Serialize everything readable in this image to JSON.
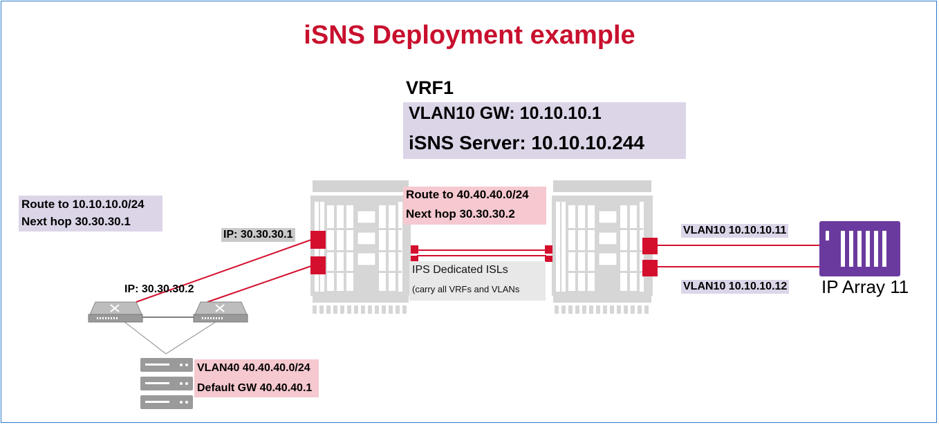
{
  "title": "iSNS Deployment example",
  "vrf": {
    "name": "VRF1",
    "gateway": "VLAN10 GW: 10.10.10.1",
    "isns_server": "iSNS Server: 10.10.10.244"
  },
  "route_left": {
    "line1": "Route to 10.10.10.0/24",
    "line2": "Next hop 30.30.30.1"
  },
  "route_center": {
    "line1": "Route to 40.40.40.0/24",
    "line2": "Next hop 30.30.30.2"
  },
  "ip_switch_core": "IP: 30.30.30.1",
  "ip_switch_edge": "IP: 30.30.30.2",
  "isl": {
    "label": "IPS Dedicated ISLs",
    "note": "(carry all VRFs and VLANs"
  },
  "array_ports": {
    "port1": "VLAN10 10.10.10.11",
    "port2": "VLAN10 10.10.10.12"
  },
  "array_name": "IP Array 11",
  "host": {
    "vlan": "VLAN40 40.40.40.0/24",
    "gateway": "Default GW 40.40.40.1"
  },
  "colors": {
    "title": "#c8102e",
    "lavender": "#dcd5e8",
    "pink": "#f5c9cf",
    "gray_label": "#c9c9c9",
    "port_red": "#d40f2e",
    "array_purple": "#6b3a9e",
    "chassis_gray": "#cfcfcf",
    "frame_blue": "#2b79c9"
  },
  "icons": [
    "director-chassis-icon",
    "ethernet-switch-icon",
    "host-server-icon",
    "storage-array-icon"
  ]
}
